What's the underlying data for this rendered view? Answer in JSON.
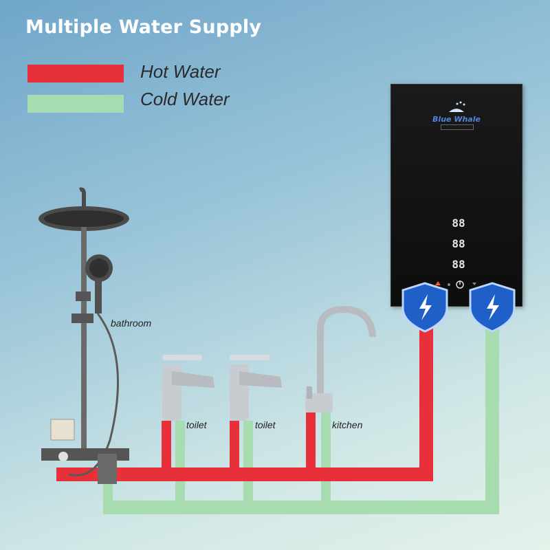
{
  "title": "Multiple Water Supply",
  "legend": {
    "hot_label": "Hot Water",
    "cold_label": "Cold Water",
    "hot_color": "#e8303a",
    "cold_color": "#a6dcb0"
  },
  "heater": {
    "brand": "Blue Whale",
    "displays": [
      "88",
      "88",
      "88"
    ],
    "inlet_icons": [
      "lightning-shield-icon",
      "lightning-shield-icon"
    ]
  },
  "fixtures": {
    "bathroom": "bathroom",
    "toilet_1": "toilet",
    "toilet_2": "toilet",
    "kitchen": "kitchen"
  }
}
